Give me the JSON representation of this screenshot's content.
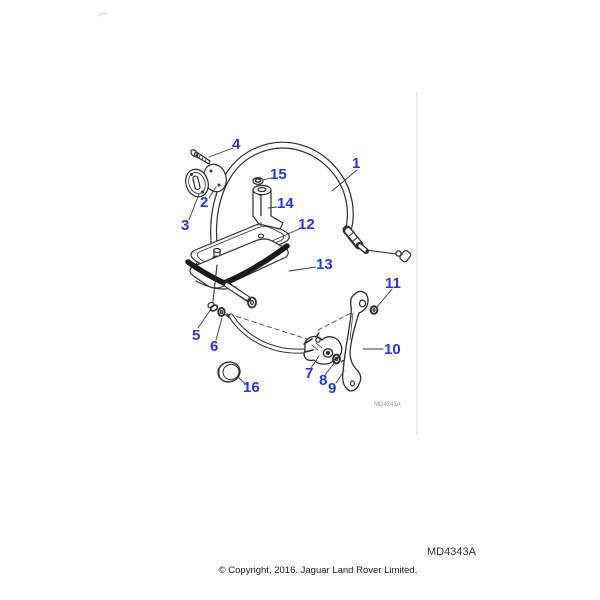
{
  "callouts": [
    "1",
    "2",
    "3",
    "4",
    "5",
    "6",
    "7",
    "8",
    "9",
    "10",
    "11",
    "12",
    "13",
    "14",
    "15",
    "16"
  ],
  "watermark": "MD4343A",
  "diagram_code": "MD4343A",
  "footer_copyright": "© Copyright, 2016. Jaguar Land Rover Limited.",
  "colors": {
    "callout_blue": "#2438d2",
    "line_dark": "#2e2e2e",
    "frame_gray": "#ebebeb"
  }
}
